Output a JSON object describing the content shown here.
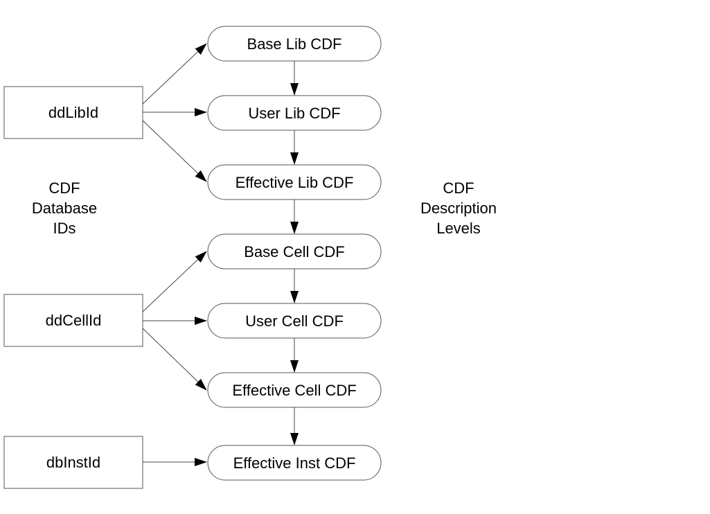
{
  "id_boxes": [
    {
      "key": "lib",
      "label": "ddLibId"
    },
    {
      "key": "cell",
      "label": "ddCellId"
    },
    {
      "key": "inst",
      "label": "dbInstId"
    }
  ],
  "levels": [
    {
      "label": "Base Lib CDF"
    },
    {
      "label": "User Lib CDF"
    },
    {
      "label": "Effective Lib CDF"
    },
    {
      "label": "Base Cell CDF"
    },
    {
      "label": "User Cell CDF"
    },
    {
      "label": "Effective Cell CDF"
    },
    {
      "label": "Effective Inst CDF"
    }
  ],
  "left_caption": [
    "CDF",
    "Database",
    "IDs"
  ],
  "right_caption": [
    "CDF",
    "Description",
    "Levels"
  ]
}
